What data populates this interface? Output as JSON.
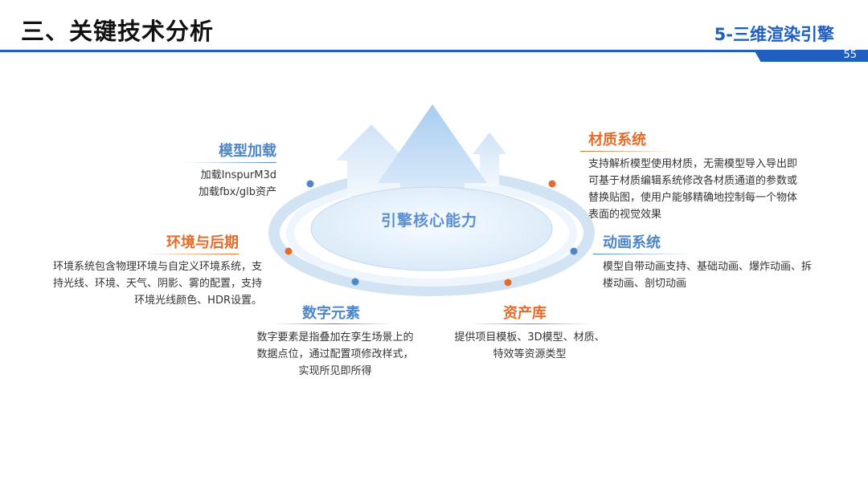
{
  "header": {
    "title": "三、关键技术分析",
    "subtitle": "5-三维渲染引擎",
    "page_number": "55"
  },
  "center": {
    "label": "引擎核心能力"
  },
  "features": {
    "model_loading": {
      "title": "模型加载",
      "lines": [
        "加载InspurM3d",
        "加载fbx/glb资产"
      ]
    },
    "environment": {
      "title": "环境与后期",
      "lines": [
        "环境系统包含物理环境与自定义环境系统，支",
        "持光线、环境、天气、阴影、雾的配置，支持",
        "环境光线颜色、HDR设置。"
      ]
    },
    "digital_elements": {
      "title": "数字元素",
      "lines": [
        "数字要素是指叠加在孪生场景上的",
        "数据点位，通过配置项修改样式，",
        "实现所见即所得"
      ]
    },
    "asset_library": {
      "title": "资产库",
      "lines": [
        "提供项目模板、3D模型、材质、",
        "特效等资源类型"
      ]
    },
    "animation": {
      "title": "动画系统",
      "lines": [
        "模型自带动画支持、基础动画、爆炸动画、拆",
        "楼动画、剖切动画"
      ]
    },
    "material": {
      "title": "材质系统",
      "lines": [
        "支持解析模型使用材质，无需模型导入导出即",
        "可基于材质编辑系统修改各材质通道的参数或",
        "替换贴图，使用户能够精确地控制每一个物体",
        "表面的视觉效果"
      ]
    }
  },
  "colors": {
    "brand_blue": "#1f5fbf",
    "accent_blue": "#4f86c6",
    "accent_orange": "#e36c2a"
  }
}
